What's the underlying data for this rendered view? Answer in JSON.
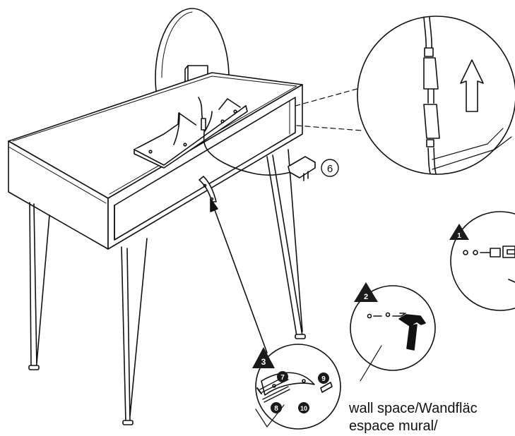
{
  "callouts": {
    "part_number": "6",
    "step_1": "1",
    "step_2": "2",
    "step_3": "3",
    "parts": [
      "7",
      "8",
      "9",
      "10"
    ]
  },
  "label": {
    "line1": "wall space/Wandfläc",
    "line2": "espace mural/"
  },
  "colors": {
    "ink": "#111111",
    "fill": "#ffffff",
    "badge": "#1a1a1a"
  }
}
